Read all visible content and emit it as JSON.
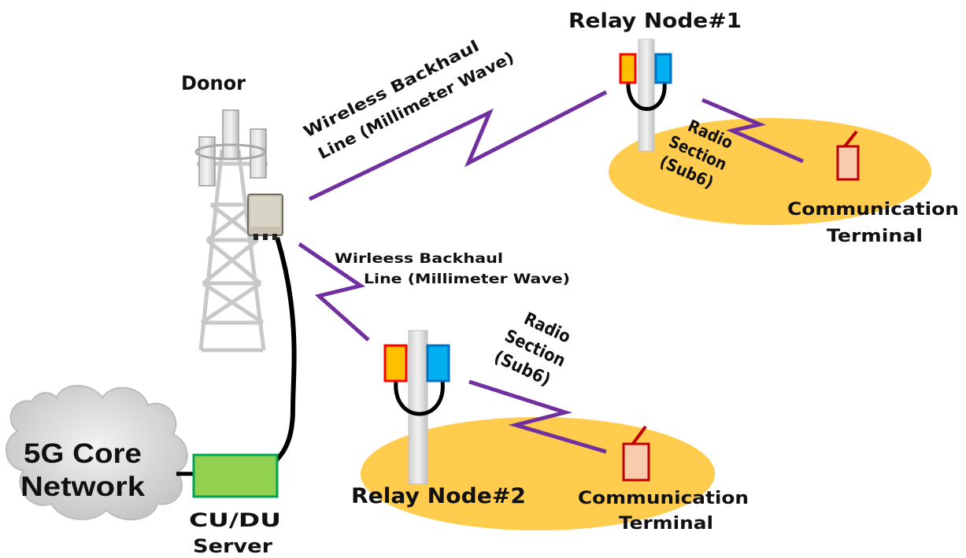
{
  "labels": {
    "donor": "Donor",
    "relay1": "Relay Node#1",
    "relay2": "Relay Node#2",
    "core_line1": "5G Core",
    "core_line2": "Network",
    "server_line1": "CU/DU",
    "server_line2": "Server",
    "backhaul1_line1": "Wireless Backhaul",
    "backhaul1_line2": "Line (Millimeter Wave)",
    "backhaul2_line1": "Wirleess Backhaul",
    "backhaul2_line2": "Line (Millimeter Wave)",
    "radio1_line1": "Radio",
    "radio1_line2": "Section",
    "radio1_line3": "(Sub6)",
    "radio2_line1": "Radio",
    "radio2_line2": "Section",
    "radio2_line3": "(Sub6)",
    "term1_line1": "Communication",
    "term1_line2": "Terminal",
    "term2_line1": "Communication",
    "term2_line2": "Terminal"
  },
  "colors": {
    "wireless_link": "#7030a0",
    "coverage_area": "#ffcc4d",
    "tower": "#c8c8c8",
    "server": "#92d050",
    "antenna_orange": "#ffc000",
    "antenna_red": "#ff0000",
    "antenna_blue": "#00b0f0",
    "terminal_fill": "#f8cbad",
    "terminal_outline": "#c00000",
    "cloud": "#d0d0d0",
    "cable": "#000000"
  }
}
